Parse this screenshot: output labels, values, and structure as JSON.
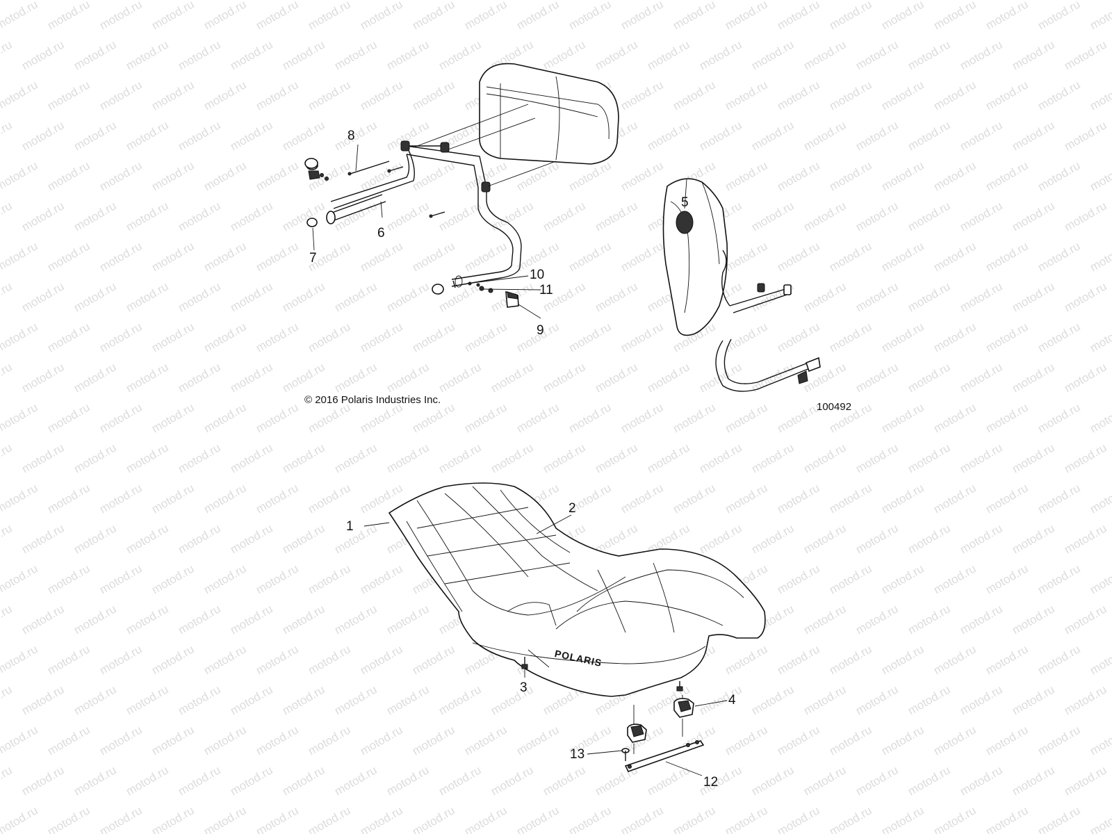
{
  "watermark": {
    "text": "motod.ru",
    "color": "#dcdcdc"
  },
  "copyright": "© 2016 Polaris Industries Inc.",
  "diagram_id": "100492",
  "brand_logo": "POLARIS",
  "callouts": [
    "1",
    "2",
    "3",
    "4",
    "5",
    "6",
    "7",
    "8",
    "9",
    "10",
    "11",
    "12",
    "13"
  ]
}
